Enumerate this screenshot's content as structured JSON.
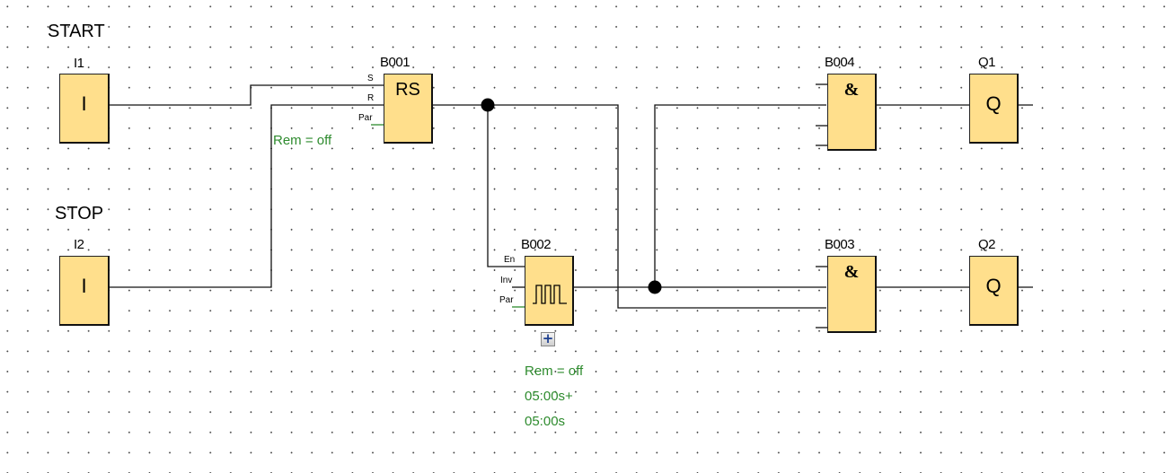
{
  "diagram": {
    "labels": {
      "start": "START",
      "stop": "STOP"
    },
    "blocks": {
      "i1": {
        "name": "I1",
        "symbol": "I"
      },
      "i2": {
        "name": "I2",
        "symbol": "I"
      },
      "b001": {
        "name": "B001",
        "symbol": "RS",
        "pins": [
          "S",
          "R",
          "Par"
        ],
        "param": "Rem = off"
      },
      "b002": {
        "name": "B002",
        "symbol": "pulse-generator",
        "pins": [
          "En",
          "Inv",
          "Par"
        ],
        "params": [
          "Rem = off",
          "05:00s+",
          "05:00s"
        ],
        "expand": "+"
      },
      "b003": {
        "name": "B003",
        "symbol": "&"
      },
      "b004": {
        "name": "B004",
        "symbol": "&"
      },
      "q1": {
        "name": "Q1",
        "symbol": "Q"
      },
      "q2": {
        "name": "Q2",
        "symbol": "Q"
      }
    },
    "colors": {
      "block_fill": "#ffdf8c",
      "param_text": "#2e8b2e",
      "wire": "#000000"
    }
  }
}
